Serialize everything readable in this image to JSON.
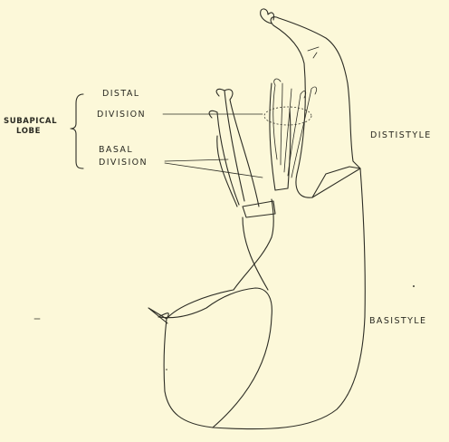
{
  "labels": {
    "subapical_line1": "SUBAPICAL",
    "subapical_line2": "LOBE",
    "distal_line1": "DISTAL",
    "distal_line2": "DIVISION",
    "basal_line1": "BASAL",
    "basal_line2": "DIVISION",
    "dististyle": "DISTISTYLE",
    "basistyle": "BASISTYLE"
  },
  "colors": {
    "paper": "#fcf8d9",
    "ink": "#2d2d25"
  }
}
